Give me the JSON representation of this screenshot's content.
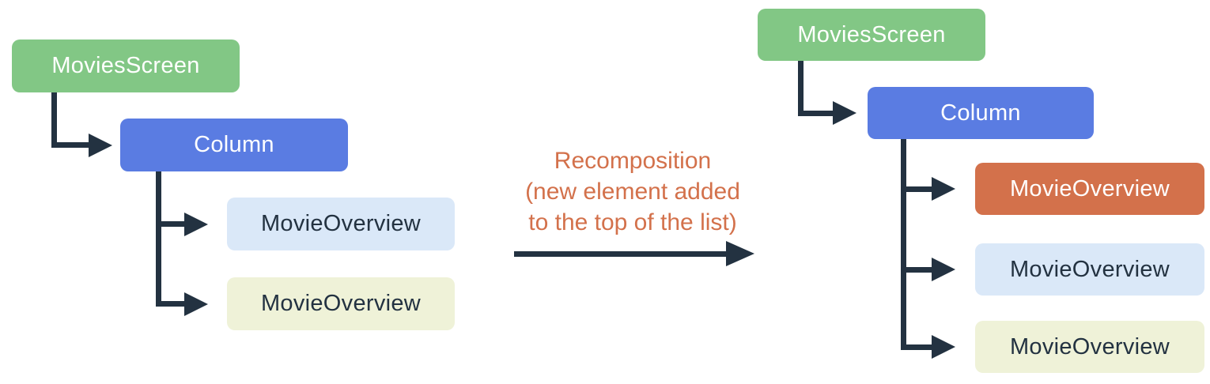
{
  "palette": {
    "node_green": "#82C785",
    "node_blue": "#5A7CE2",
    "node_orange_new": "#D3714B",
    "node_light_blue": "#DAE8F8",
    "node_cream": "#EFF2D8",
    "connector": "#233241",
    "label_on_dark": "#FFFFFF",
    "label_on_light": "#233241",
    "annotation_text": "#D3714B",
    "background": "#FFFFFF"
  },
  "left_tree": {
    "nodes": [
      {
        "label": "MoviesScreen",
        "variant": "green"
      },
      {
        "label": "Column",
        "variant": "blue"
      },
      {
        "label": "MovieOverview",
        "variant": "light-blue"
      },
      {
        "label": "MovieOverview",
        "variant": "cream"
      }
    ]
  },
  "transition": {
    "lines": [
      "Recomposition",
      "(new element added",
      "to the top of the list)"
    ]
  },
  "right_tree": {
    "nodes": [
      {
        "label": "MoviesScreen",
        "variant": "green"
      },
      {
        "label": "Column",
        "variant": "blue"
      },
      {
        "label": "MovieOverview",
        "variant": "orange",
        "highlighted": true
      },
      {
        "label": "MovieOverview",
        "variant": "light-blue"
      },
      {
        "label": "MovieOverview",
        "variant": "cream"
      }
    ]
  }
}
